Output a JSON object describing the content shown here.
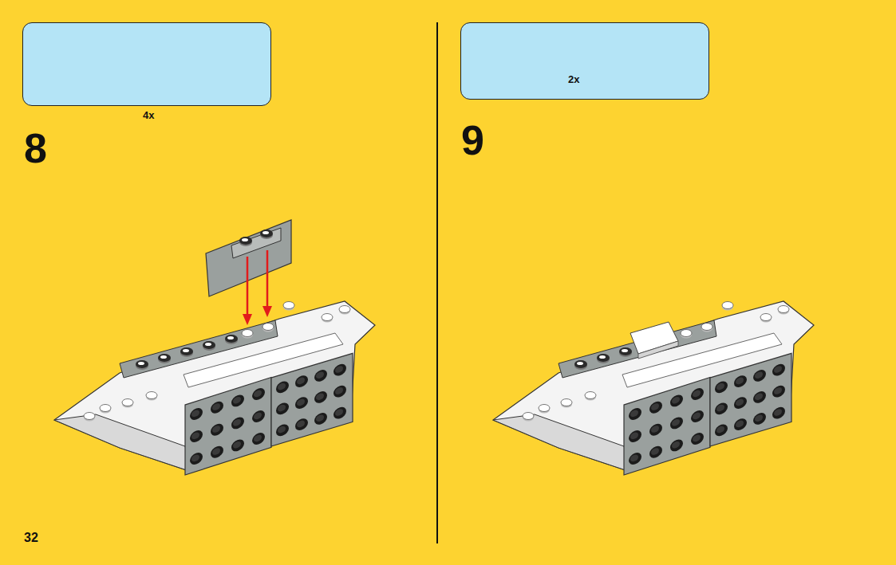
{
  "diagram": {
    "nodes": [
      {
        "text": [
          "4x"
        ]
      },
      {
        "text": [
          "2x"
        ]
      }
    ],
    "labels": [
      "8",
      "9",
      "32"
    ]
  }
}
